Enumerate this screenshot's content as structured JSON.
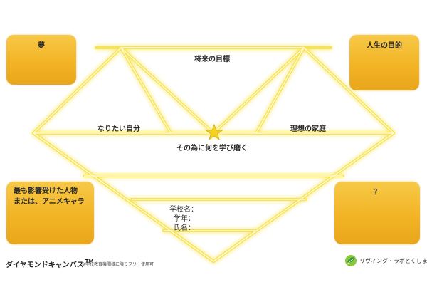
{
  "boxes": {
    "dream": "夢",
    "life_purpose": "人生の目的",
    "influence_line1": "最も影響受けた人物",
    "influence_line2": "または、アニメキャラ",
    "question": "？"
  },
  "diamond": {
    "top_label": "将来の目標",
    "left_label": "なりたい自分",
    "right_label": "理想の家庭",
    "center_label": "その為に何を学び磨く"
  },
  "form": {
    "school_name": "学校名：",
    "grade": "学年：",
    "name": "氏名："
  },
  "footer": {
    "title": "ダイヤモンドキャンバス",
    "tm": "TM",
    "note": "※学校教育機関様に限りフリー使用可",
    "logo_text": "リヴィング・ラボとくしま"
  },
  "colors": {
    "gold": "#f2b424",
    "glow": "#f7e23a",
    "star": "#f5d21c"
  },
  "icons": {
    "star": "star-icon",
    "logo": "leaf-logo-icon"
  }
}
